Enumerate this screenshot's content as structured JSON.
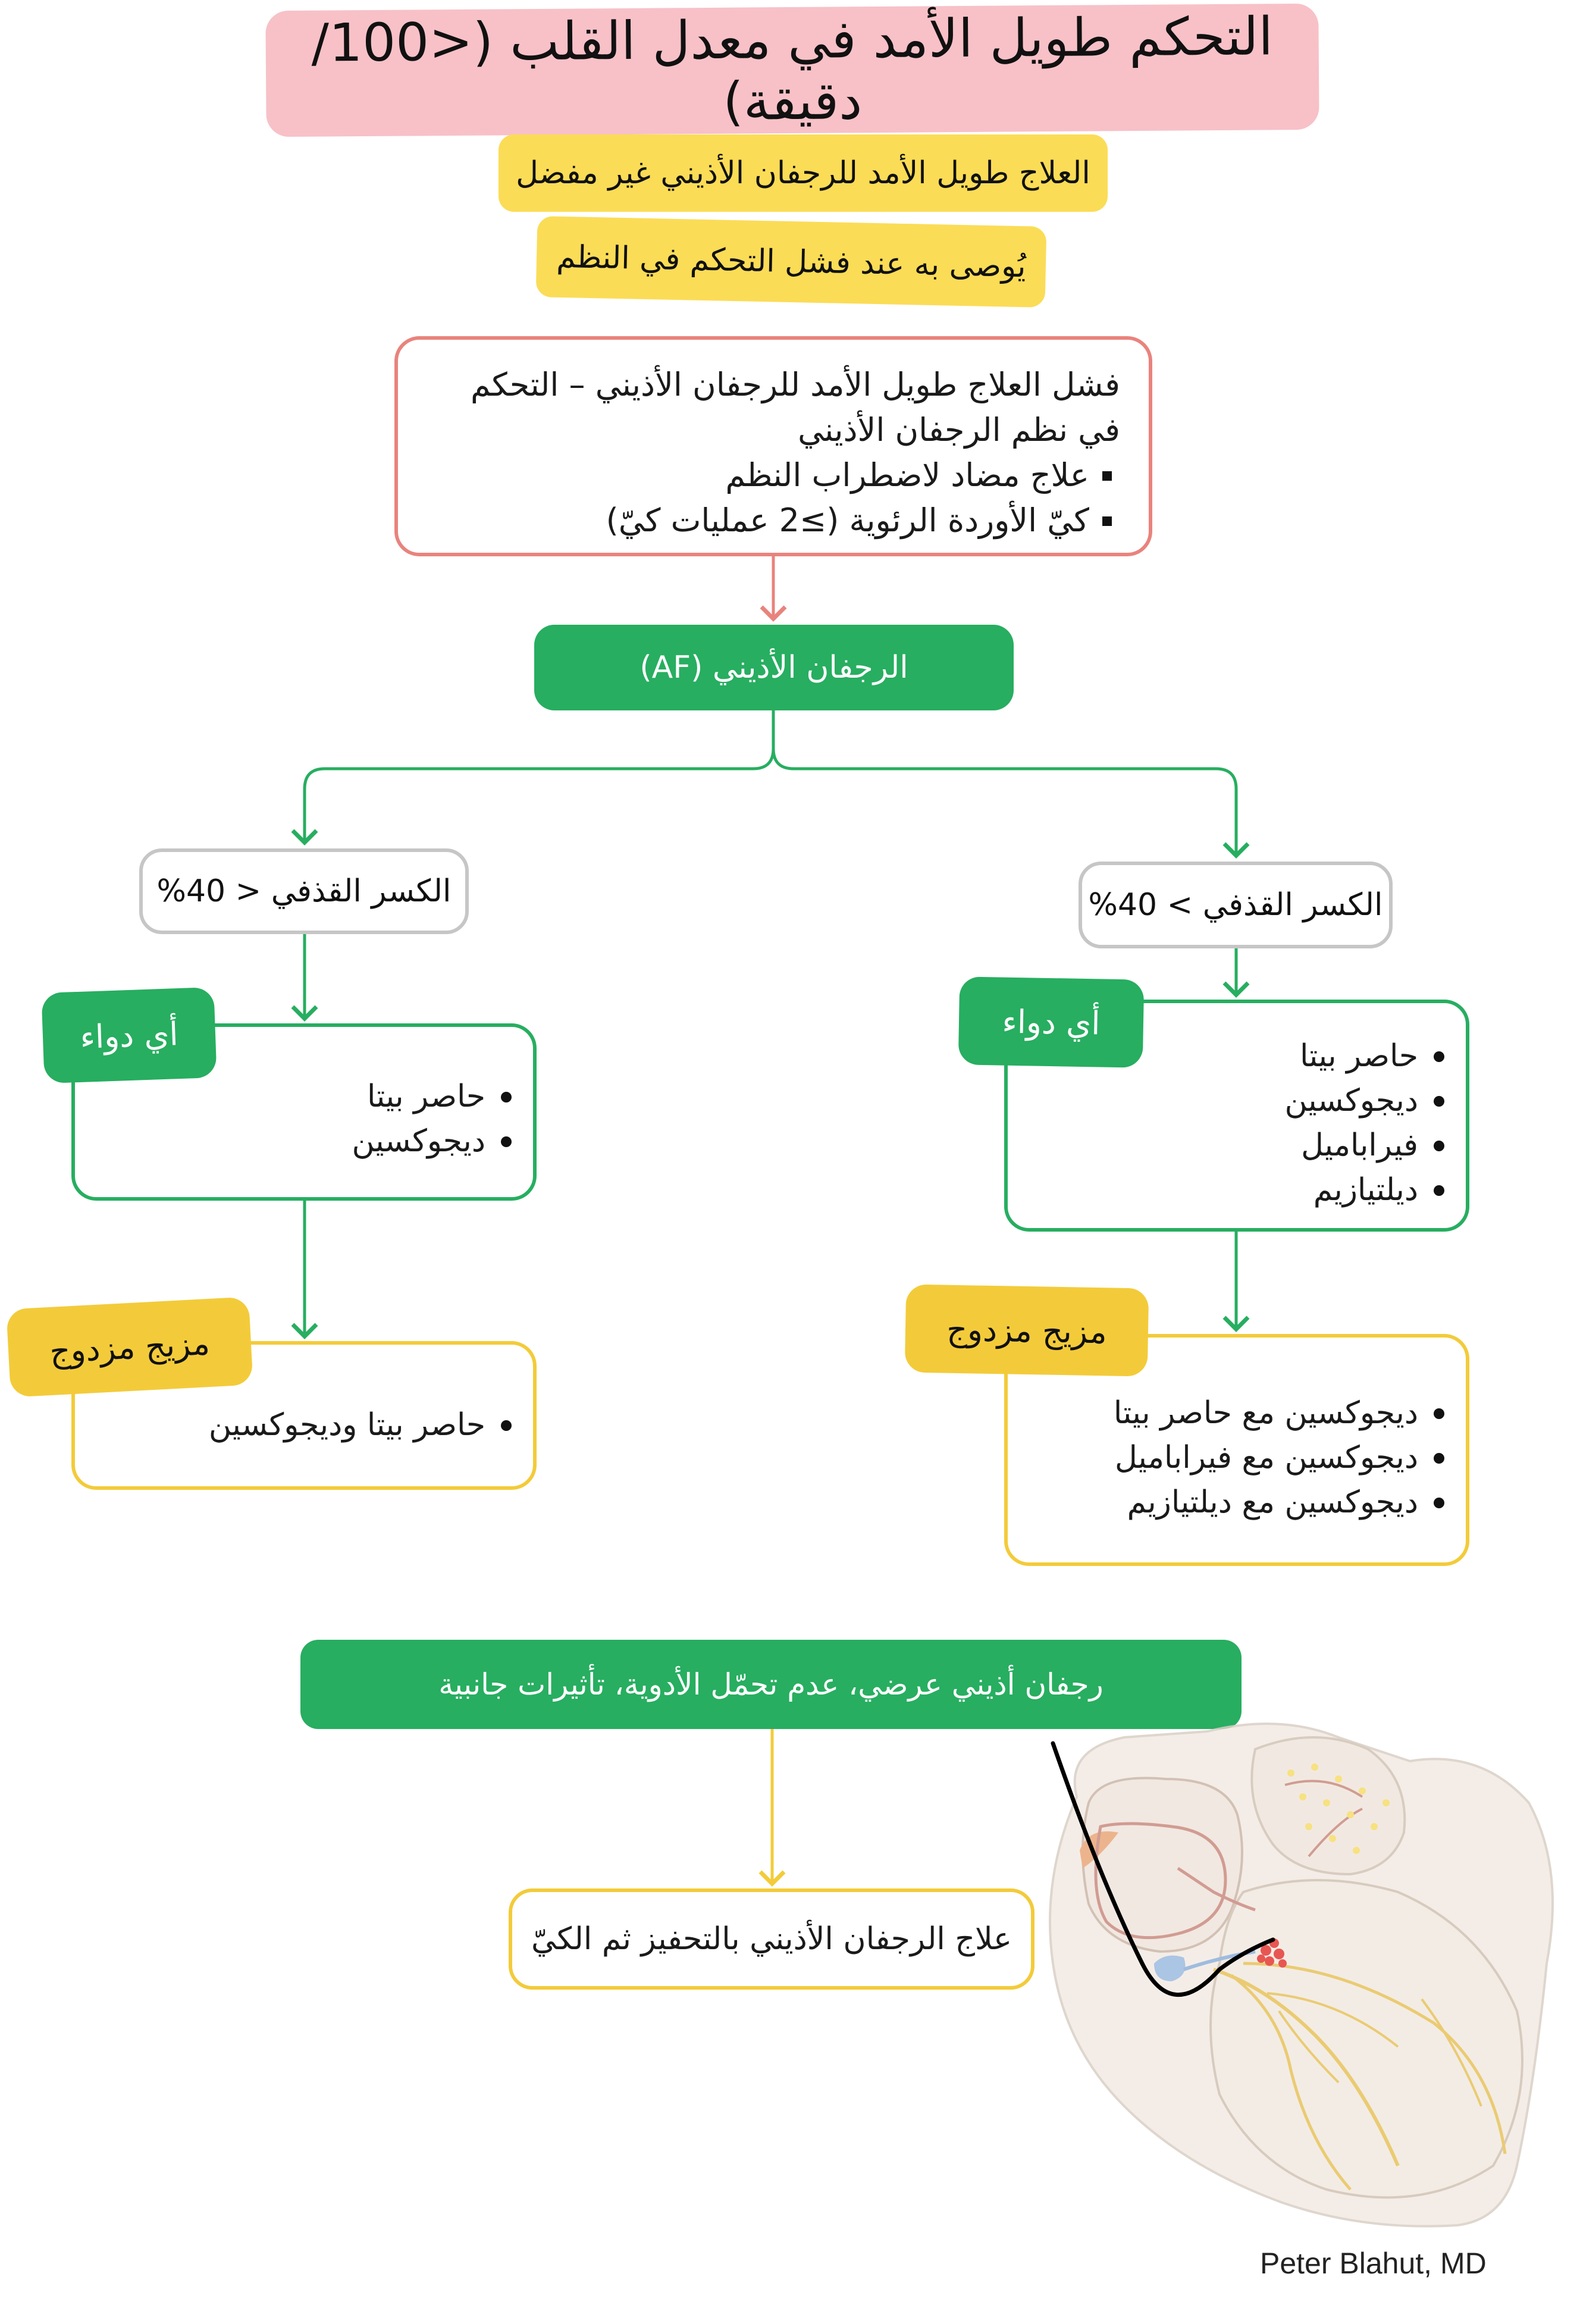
{
  "title": "التحكم طويل الأمد في معدل القلب (<100/دقيقة)",
  "notes": [
    "العلاج طويل الأمد للرجفان الأذيني غير مفضل",
    "يُوصى به عند فشل التحكم في النظم"
  ],
  "failure_box": {
    "heading": "فشل العلاج طويل الأمد للرجفان الأذيني – التحكم في نظم الرجفان الأذيني",
    "items": [
      "علاج مضاد لاضطراب النظم",
      "كيّ الأوردة الرئوية (≥2 عمليات كيّ)"
    ]
  },
  "af_label": "الرجفان الأذيني (AF)",
  "left_branch": {
    "ef_label": "الكسر القذفي < 40%",
    "drug_tag": "أي دواء",
    "drugs": [
      "حاصر بيتا",
      "ديجوكسين"
    ],
    "combo_tag": "مزيج مزدوج",
    "combos": [
      "حاصر بيتا وديجوكسين"
    ]
  },
  "right_branch": {
    "ef_label": "الكسر القذفي > 40%",
    "drug_tag": "أي دواء",
    "drugs": [
      "حاصر بيتا",
      "ديجوكسين",
      "فيراباميل",
      "ديلتيازيم"
    ],
    "combo_tag": "مزيج مزدوج",
    "combos": [
      "ديجوكسين مع حاصر بيتا",
      "ديجوكسين مع فيراباميل",
      "ديجوكسين مع ديلتيازيم"
    ]
  },
  "symptoms": "رجفان أذيني عرضي، عدم تحمّل الأدوية، تأثيرات جانبية",
  "final": "علاج الرجفان الأذيني بالتحفيز ثم الكيّ",
  "credit": "Peter Blahut, MD",
  "illustration": "heart-conduction-ablation-illustration",
  "colors": {
    "title_bg": "#f7c1c7",
    "note_bg": "#fbdc56",
    "green": "#27ae60",
    "yellow_border": "#f3cb3a",
    "red_border": "#e9837d",
    "gray_border": "#c6c6c6"
  }
}
